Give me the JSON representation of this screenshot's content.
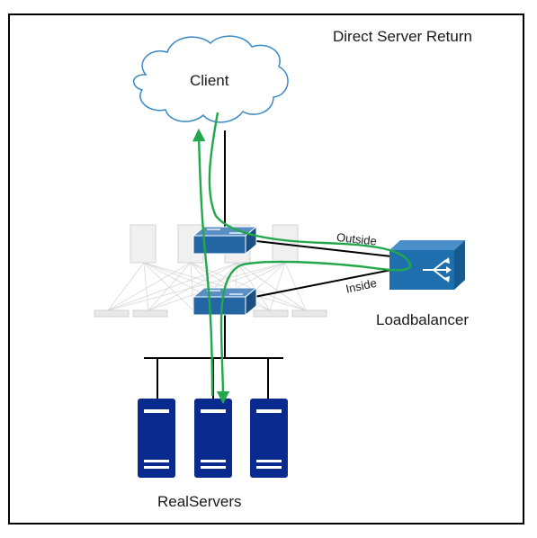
{
  "title": "Direct Server Return",
  "nodes": {
    "client": "Client",
    "loadbalancer": "Loadbalancer",
    "realservers": "RealServers"
  },
  "edges": {
    "outside": "Outside",
    "inside": "Inside"
  },
  "colors": {
    "frame": "#000000",
    "cloud_stroke": "#3a88c4",
    "switch_fill": "#2465a3",
    "lb_fill": "#1f6fae",
    "server_fill": "#0b2a8f",
    "traffic_path": "#22a84a",
    "mesh_gray": "#c8c8c8"
  },
  "icons": [
    "cloud-icon",
    "switch-icon",
    "loadbalancer-icon",
    "server-icon"
  ]
}
